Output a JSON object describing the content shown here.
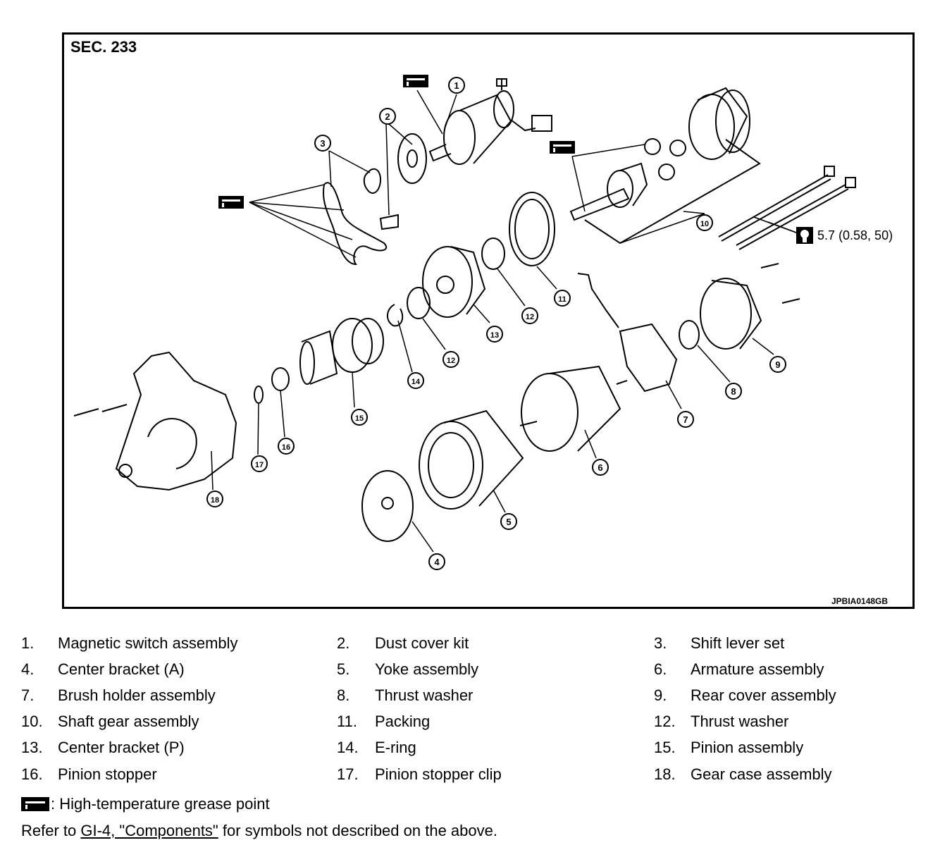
{
  "header": {
    "section": "SEC. 233",
    "figure_ref": "JPBIA0148GB"
  },
  "torque_value": "5.7 (0.58, 50)",
  "callouts": [
    "1",
    "2",
    "3",
    "4",
    "5",
    "6",
    "7",
    "8",
    "9",
    "10",
    "11",
    "12",
    "13",
    "14",
    "15",
    "16",
    "17",
    "18"
  ],
  "legend": [
    {
      "no": "1.",
      "name": "Magnetic switch assembly"
    },
    {
      "no": "2.",
      "name": "Dust cover kit"
    },
    {
      "no": "3.",
      "name": "Shift lever set"
    },
    {
      "no": "4.",
      "name": "Center bracket (A)"
    },
    {
      "no": "5.",
      "name": "Yoke assembly"
    },
    {
      "no": "6.",
      "name": "Armature assembly"
    },
    {
      "no": "7.",
      "name": "Brush holder assembly"
    },
    {
      "no": "8.",
      "name": "Thrust washer"
    },
    {
      "no": "9.",
      "name": "Rear cover assembly"
    },
    {
      "no": "10.",
      "name": "Shaft gear assembly"
    },
    {
      "no": "11.",
      "name": "Packing"
    },
    {
      "no": "12.",
      "name": "Thrust washer"
    },
    {
      "no": "13.",
      "name": "Center bracket (P)"
    },
    {
      "no": "14.",
      "name": "E-ring"
    },
    {
      "no": "15.",
      "name": "Pinion assembly"
    },
    {
      "no": "16.",
      "name": "Pinion stopper"
    },
    {
      "no": "17.",
      "name": "Pinion stopper clip"
    },
    {
      "no": "18.",
      "name": "Gear case assembly"
    }
  ],
  "notes": {
    "grease": ": High-temperature grease point",
    "refer_prefix": "Refer to ",
    "refer_link": "GI-4, \"Components\"",
    "refer_suffix": " for symbols not described on the above."
  }
}
